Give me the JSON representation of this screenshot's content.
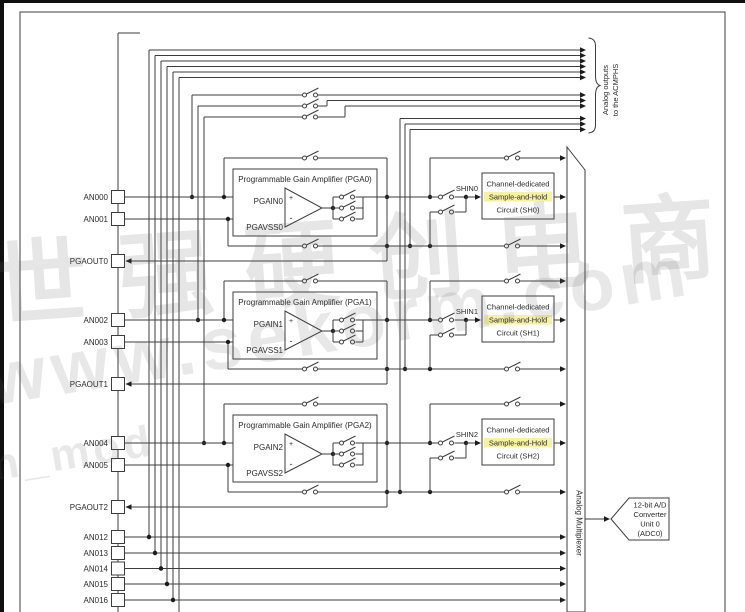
{
  "watermark": {
    "cjk": "世强硬创电商",
    "url": "www.sekorm.com",
    "partial": "n_mod"
  },
  "acmphs": {
    "label_line1": "Analog outputs",
    "label_line2": "to the ACMPHS"
  },
  "pins": [
    {
      "label": "AN000"
    },
    {
      "label": "AN001"
    },
    {
      "label": "PGAOUT0"
    },
    {
      "label": "AN002"
    },
    {
      "label": "AN003"
    },
    {
      "label": "PGAOUT1"
    },
    {
      "label": "AN004"
    },
    {
      "label": "AN005"
    },
    {
      "label": "PGAOUT2"
    },
    {
      "label": "AN012"
    },
    {
      "label": "AN013"
    },
    {
      "label": "AN014"
    },
    {
      "label": "AN015"
    },
    {
      "label": "AN016"
    }
  ],
  "rows": [
    {
      "title": "Programmable Gain Amplifier (PGA0)",
      "pgain": "PGAIN0",
      "pgavss": "PGAVSS0",
      "shin": "SHIN0",
      "sh_line1": "Channel-dedicated",
      "sh_line2": "Sample-and-Hold",
      "sh_line3": "Circuit (SH0)"
    },
    {
      "title": "Programmable Gain Amplifier (PGA1)",
      "pgain": "PGAIN1",
      "pgavss": "PGAVSS1",
      "shin": "SHIN1",
      "sh_line1": "Channel-dedicated",
      "sh_line2": "Sample-and-Hold",
      "sh_line3": "Circuit (SH1)"
    },
    {
      "title": "Programmable Gain Amplifier (PGA2)",
      "pgain": "PGAIN2",
      "pgavss": "PGAVSS2",
      "shin": "SHIN2",
      "sh_line1": "Channel-dedicated",
      "sh_line2": "Sample-and-Hold",
      "sh_line3": "Circuit (SH2)"
    }
  ],
  "amp": {
    "plus": "+",
    "minus": "-"
  },
  "mux": {
    "label": "Analog Multiplexer"
  },
  "adc": {
    "line1": "12-bit A/D",
    "line2": "Converter",
    "line3": "Unit 0",
    "line4": "(ADC0)"
  },
  "colors": {
    "wire": "#3d3d3d",
    "highlight": "#f6f1a3",
    "watermark_gray": "#bbbbbb"
  }
}
